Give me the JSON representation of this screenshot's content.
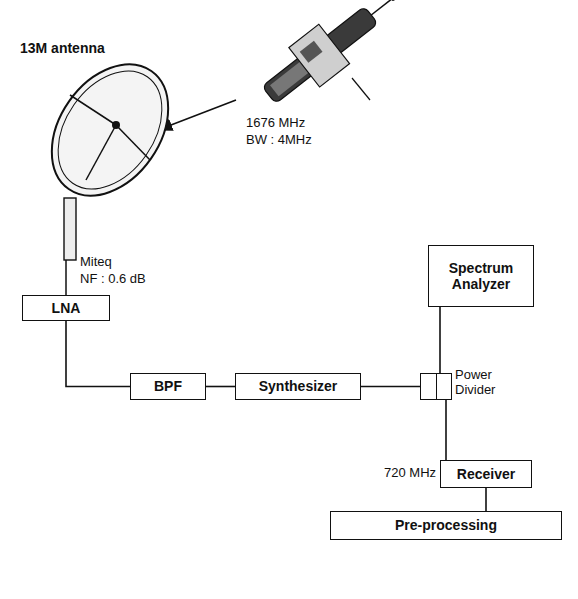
{
  "diagram": {
    "nodes": [
      {
        "text": [
          "LNA"
        ]
      },
      {
        "text": [
          "BPF"
        ]
      },
      {
        "text": [
          "Synthesizer"
        ]
      },
      {
        "text": [
          "Spectrum Analyzer"
        ]
      },
      {
        "text": [
          "Power Divider"
        ]
      },
      {
        "text": [
          "Receiver"
        ]
      },
      {
        "text": [
          "Pre-processing"
        ]
      }
    ],
    "edges": [
      {
        "from": 0,
        "to": 1,
        "arrow": "none"
      },
      {
        "from": 1,
        "to": 2,
        "arrow": "none"
      },
      {
        "from": 2,
        "to": 4,
        "arrow": "none"
      },
      {
        "from": 4,
        "to": 3,
        "arrow": "none"
      },
      {
        "from": 4,
        "to": 5,
        "arrow": "none"
      },
      {
        "from": 5,
        "to": 6,
        "arrow": "none"
      }
    ],
    "labels": [
      "13M antenna",
      "1676 MHz",
      "BW : 4MHz",
      "Miteq",
      "NF : 0.6 dB",
      "720 MHz"
    ]
  }
}
